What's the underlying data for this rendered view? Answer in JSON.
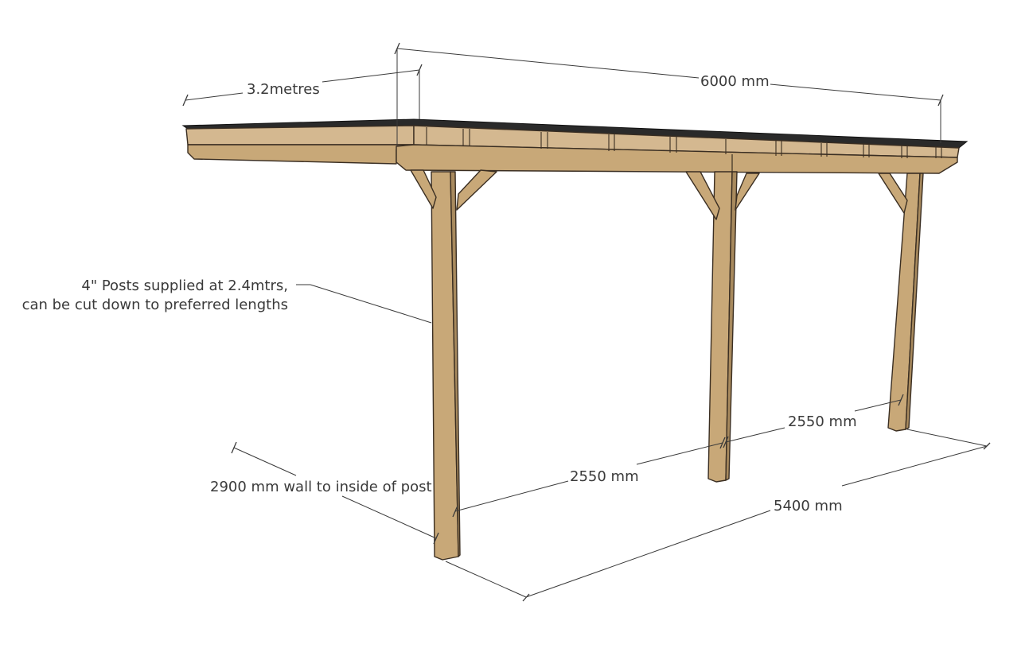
{
  "dimensions": {
    "width_label": "3.2metres",
    "length_label": "6000 mm",
    "post_note_line1": "4\" Posts supplied at 2.4mtrs,",
    "post_note_line2": "can be cut down to preferred lengths",
    "span_1": "2550 mm",
    "span_2": "2550 mm",
    "wall_to_post": "2900 mm wall to inside of post",
    "post_run": "5400 mm"
  },
  "colors": {
    "timber": "#c8a878",
    "timber_shadow": "#a88a5e",
    "roof": "#2a2a2a",
    "dimension": "#3a3a3a"
  }
}
